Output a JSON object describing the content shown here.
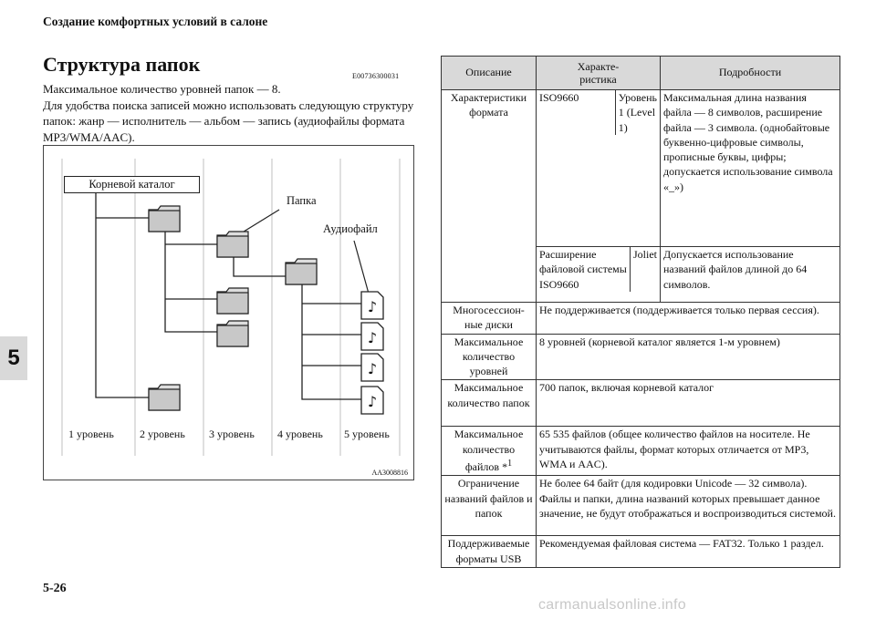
{
  "header": {
    "title": "Создание комфортных условий в салоне"
  },
  "section": {
    "title": "Структура папок",
    "code": "E00736300031",
    "intro": "Максимальное количество уровней папок — 8.\nДля удобства поиска записей можно использовать следующую структуру папок: жанр — исполнитель — альбом — запись (аудиофайлы формата MP3/WMA/AAC)."
  },
  "diagram": {
    "root_label": "Корневой каталог",
    "folder_label": "Папка",
    "audio_label": "Аудиофайл",
    "levels": [
      "1 уровень",
      "2 уровень",
      "3 уровень",
      "4 уровень",
      "5 уровень"
    ],
    "code": "AA3008816"
  },
  "table": {
    "headers": [
      "Описание",
      "Характе-\nристика",
      "Подробности"
    ],
    "rows": [
      {
        "desc": "Характеристики формата",
        "sub": [
          {
            "char": "ISO9660",
            "level": "Уровень 1 (Level 1)",
            "detail": "Максимальная длина названия файла — 8 символов, расширение файла — 3 символа. (однобайтовые буквенно-цифровые символы, прописные буквы, цифры; допускается использование символа «_»)"
          },
          {
            "char": "Расширение файловой системы ISO9660",
            "level": "Joliet",
            "detail": "Допускается использование названий файлов длиной до 64 символов."
          }
        ]
      },
      {
        "desc": "Многосессион-ные диски",
        "detail": "Не поддерживается (поддерживается только первая сессия)."
      },
      {
        "desc": "Максимальное количество уровней",
        "detail": "8 уровней (корневой каталог является 1-м уровнем)"
      },
      {
        "desc": "Максимальное количество папок",
        "detail": "700 папок, включая корневой каталог"
      },
      {
        "desc": "Максимальное количество файлов *",
        "sup": "1",
        "detail": "65 535 файлов (общее количество файлов на носителе. Не учитываются файлы, формат которых отличается от MP3, WMA и AAC)."
      },
      {
        "desc": "Ограничение названий файлов и папок",
        "detail": "Не более 64 байт (для кодировки Unicode — 32 символа). Файлы и папки, длина названий которых превышает данное значение, не будут отображаться и воспроизводиться системой."
      },
      {
        "desc": "Поддерживаемые форматы USB",
        "detail": "Рекомендуемая файловая система — FAT32. Только 1 раздел."
      }
    ]
  },
  "chapter_tab": "5",
  "page_number": "5-26",
  "watermark": "carmanualsonline.info"
}
